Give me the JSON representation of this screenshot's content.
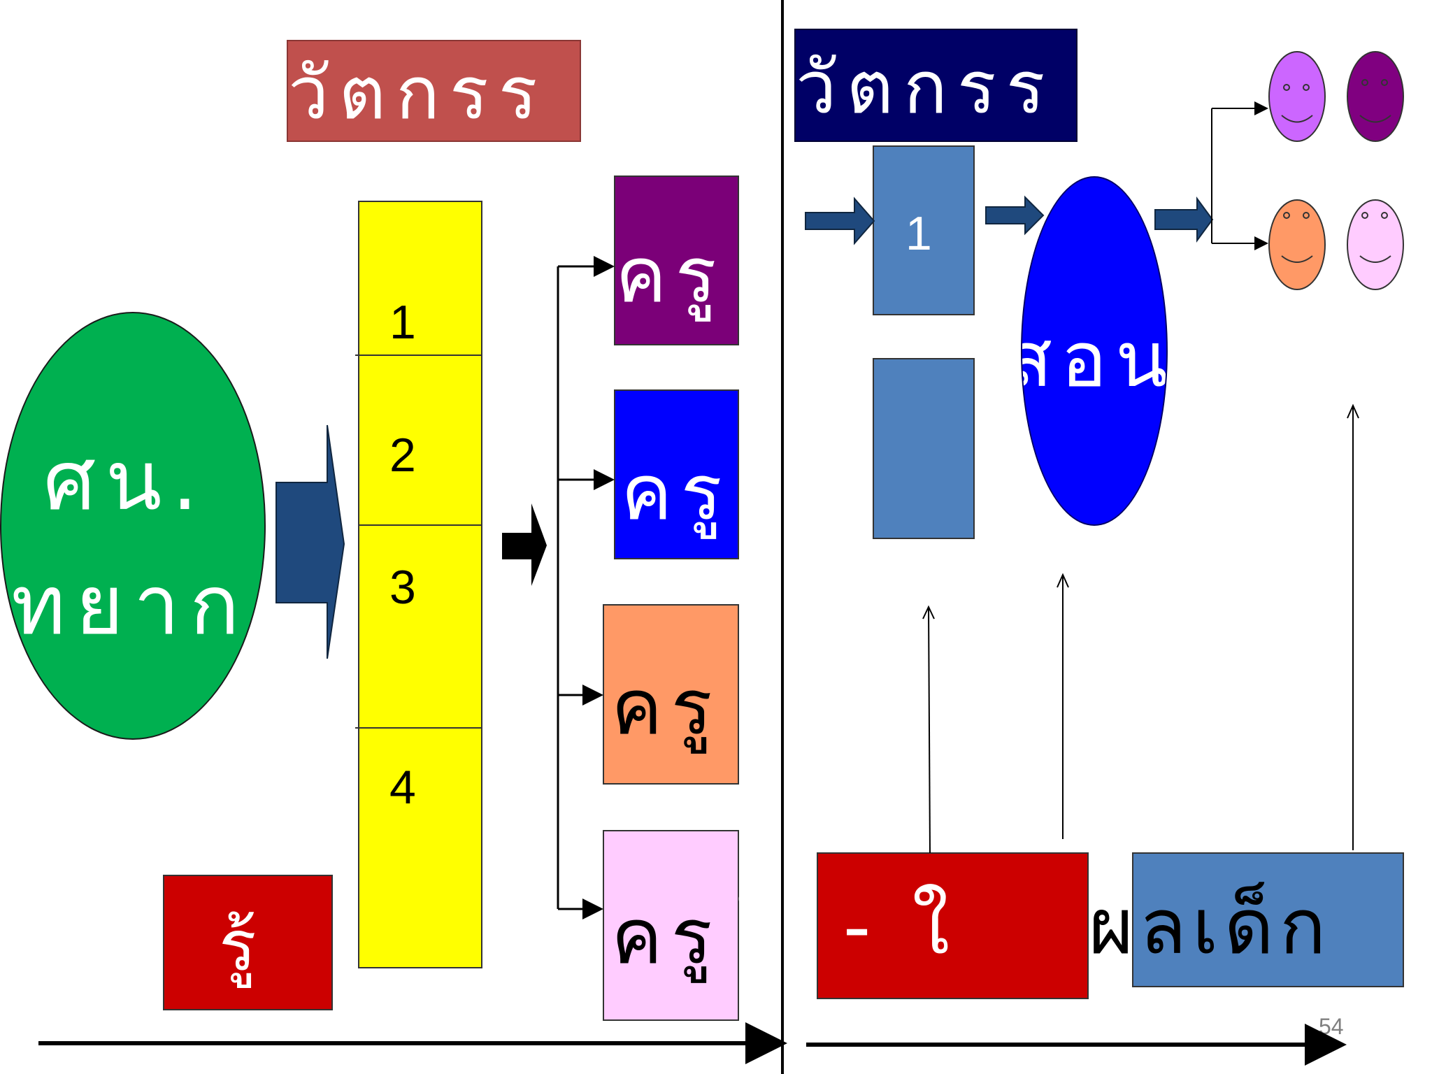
{
  "slide": {
    "page_number": "54",
    "left": {
      "header": "วัตกรร",
      "circle_text_1": "ศน.",
      "circle_text_2": "ทยาก",
      "bottom_label": "รู้",
      "steps": [
        "1",
        "2",
        "3",
        "4"
      ],
      "teachers": [
        "ครู",
        "ครู",
        "ครู",
        "ครู"
      ]
    },
    "right": {
      "header": "วัตกรร",
      "box1_text": "1",
      "oval_text": "สอน",
      "bottom_red_text": "ำ - ใ",
      "bottom_blue_text": "ผลเด็ก",
      "face_icons": [
        "smiley-face-icon",
        "smiley-face-icon",
        "smiley-face-icon",
        "smiley-face-icon"
      ]
    }
  },
  "colors": {
    "header_left": "#c0504d",
    "header_right": "#000066",
    "green_circle": "#00b050",
    "yellow_column": "#ffff00",
    "teacher_purple": "#7b0078",
    "teacher_blue": "#0000ff",
    "teacher_orange": "#ff9966",
    "teacher_pink": "#ffccff",
    "red_box": "#cc0000",
    "steel_blue": "#4f81bd",
    "navy_arrow": "#1f497d",
    "blue_oval": "#0000ff",
    "face_violet": "#cc66ff",
    "face_dark_purple": "#800080",
    "face_orange": "#ff9966",
    "face_pink": "#ffccff"
  }
}
